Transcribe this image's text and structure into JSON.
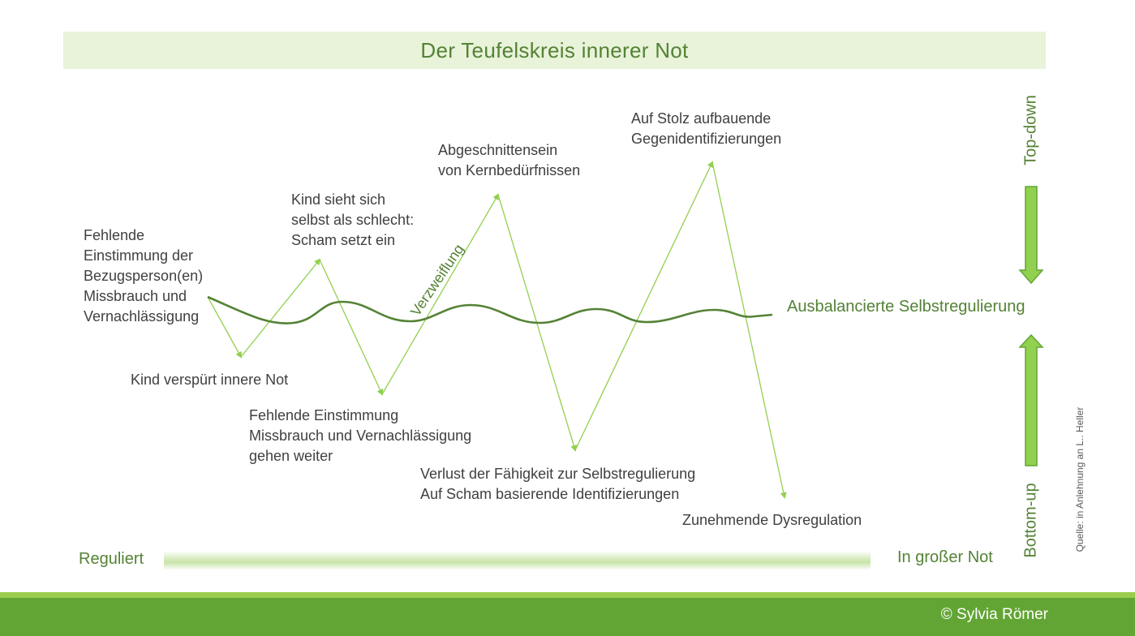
{
  "title": "Der Teufelskreis innerer Not",
  "labels": {
    "fehlende_einstimmung": "Fehlende\nEinstimmung der\nBezugsperson(en)\nMissbrauch und\nVernachlässigung",
    "kind_verspuert": "Kind verspürt innere Not",
    "kind_sieht": "Kind sieht sich\nselbst als schlecht:\nScham setzt ein",
    "fehlende_weiter": "Fehlende Einstimmung\nMissbrauch und Vernachlässigung\ngehen weiter",
    "abgeschnittensein": "Abgeschnittensein\nvon Kernbedürfnissen",
    "verlust": "Verlust der Fähigkeit zur Selbstregulierung\nAuf Scham basierende Identifizierungen",
    "stolz": "Auf Stolz aufbauende\nGegenidentifizierungen",
    "dysregulation": "Zunehmende Dysregulation",
    "verzweiflung": "Verzweiflung",
    "ausbalanciert": "Ausbalancierte Selbstregulierung"
  },
  "vertical": {
    "top_down": "Top-down",
    "bottom_up": "Bottom-up"
  },
  "scale": {
    "left": "Reguliert",
    "right": "In großer Not"
  },
  "source": "Quelle: in Anlehnung an L.. Heller",
  "copyright": "© Sylvia Römer",
  "colors": {
    "accent": "#548235",
    "line_light": "#92d050",
    "footer": "#62a534",
    "title_bg": "#e8f3d9"
  }
}
